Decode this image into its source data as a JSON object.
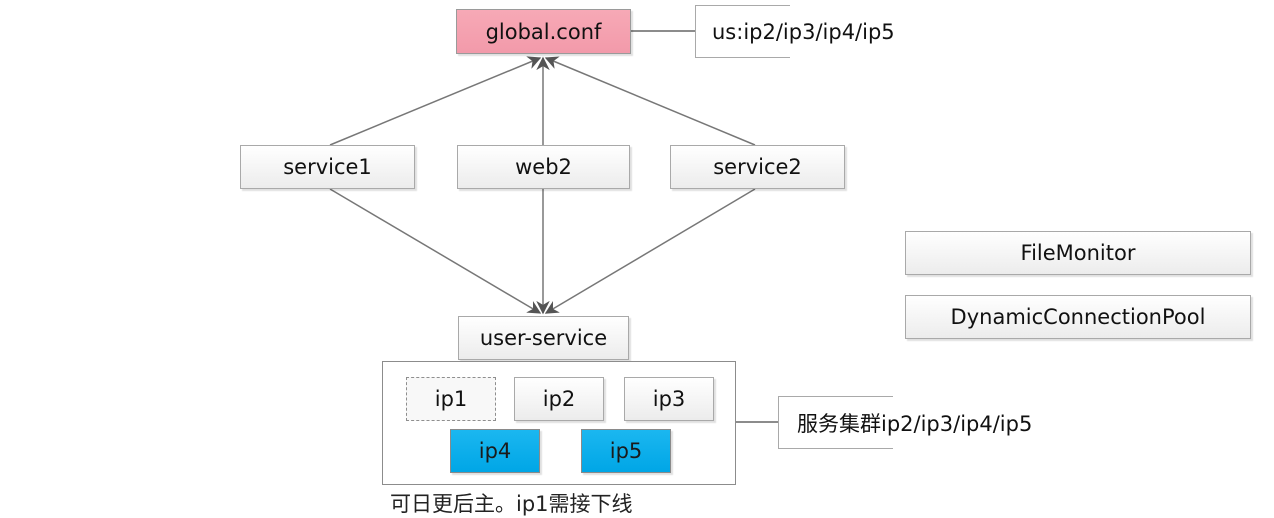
{
  "nodes": {
    "global_conf": "global.conf",
    "service1": "service1",
    "web2": "web2",
    "service2": "service2",
    "user_service": "user-service",
    "file_monitor": "FileMonitor",
    "dynamic_pool": "DynamicConnectionPool"
  },
  "notes": {
    "us_list": "us:ip2/ip3/ip4/ip5",
    "cluster_list": "服务集群ip2/ip3/ip4/ip5"
  },
  "cluster_ips": {
    "ip1": "ip1",
    "ip2": "ip2",
    "ip3": "ip3",
    "ip4": "ip4",
    "ip5": "ip5"
  },
  "bottom_caption": "可日更后主。ip1需接下线",
  "colors": {
    "config_node": "#f29aaa",
    "new_ip": "#00a6e6",
    "offline_ip_border": "#8e8e8e"
  }
}
